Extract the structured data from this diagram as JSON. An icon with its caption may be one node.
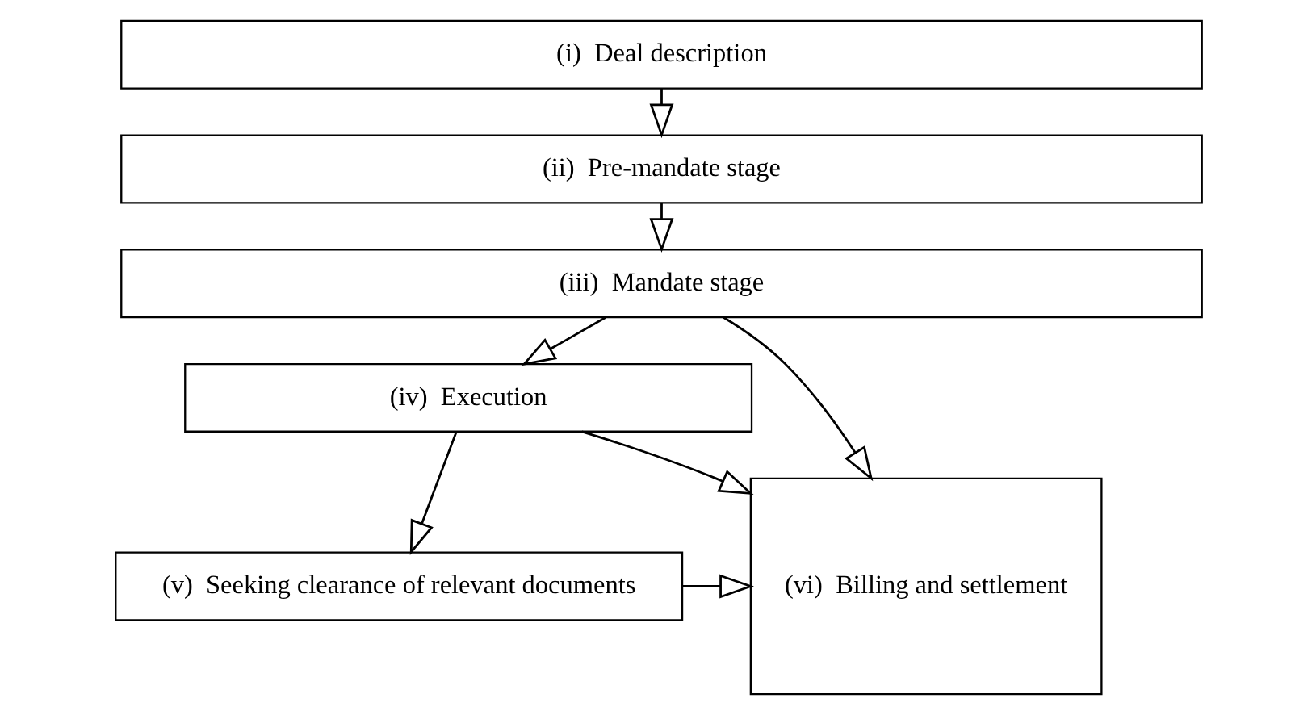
{
  "diagram": {
    "nodes": [
      {
        "text": [
          "(i)  Deal description"
        ]
      },
      {
        "text": [
          "(ii)  Pre-mandate stage"
        ]
      },
      {
        "text": [
          "(iii)  Mandate stage"
        ]
      },
      {
        "text": [
          "(iv)  Execution"
        ]
      },
      {
        "text": [
          "(v)  Seeking clearance of relevant documents"
        ]
      },
      {
        "text": [
          "(vi)  Billing and settlement"
        ]
      }
    ],
    "edges": [
      {
        "from": 0,
        "to": 1,
        "arrow": "to"
      },
      {
        "from": 1,
        "to": 2,
        "arrow": "to"
      },
      {
        "from": 2,
        "to": 3,
        "arrow": "to"
      },
      {
        "from": 2,
        "to": 5,
        "arrow": "to"
      },
      {
        "from": 3,
        "to": 5,
        "arrow": "to"
      },
      {
        "from": 3,
        "to": 4,
        "arrow": "to"
      },
      {
        "from": 4,
        "to": 5,
        "arrow": "to"
      }
    ]
  }
}
